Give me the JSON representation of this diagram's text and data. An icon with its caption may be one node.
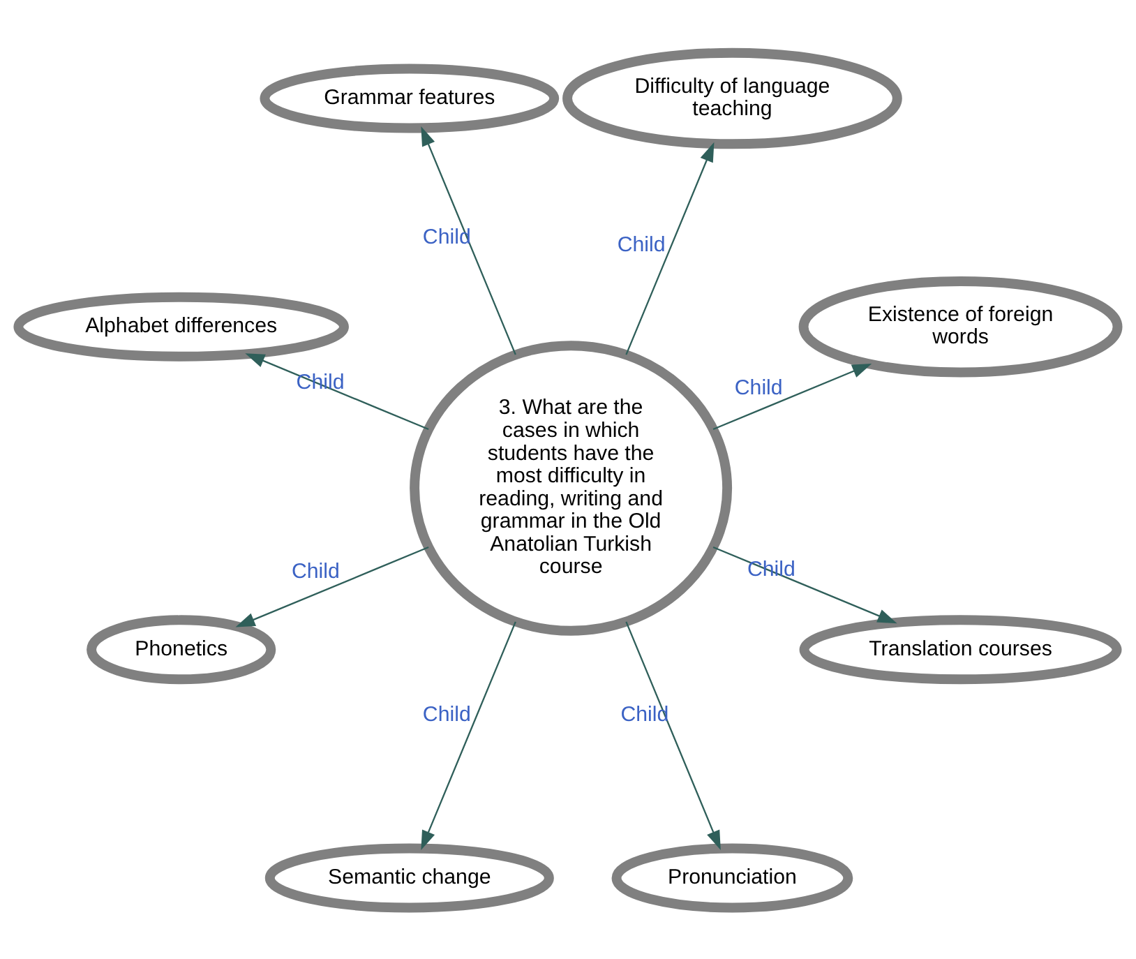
{
  "diagram": {
    "nodes": [
      {
        "text": [
          "Existence of foreign words"
        ]
      },
      {
        "text": [
          "Difficulty of language teaching"
        ]
      },
      {
        "text": [
          "Grammar features"
        ]
      },
      {
        "text": [
          "3. What are the cases in which students have the most difficulty in reading, writing and grammar in the Old Anatolian Turkish course"
        ]
      },
      {
        "text": [
          "Alphabet differences"
        ]
      },
      {
        "text": [
          "Phonetics"
        ]
      },
      {
        "text": [
          "Semantic change"
        ]
      },
      {
        "text": [
          "Pronunciation"
        ]
      },
      {
        "text": [
          "Translation courses"
        ]
      }
    ],
    "edges": [
      {
        "from": 3,
        "to": 0,
        "arrow": "to",
        "label": "Child"
      },
      {
        "from": 3,
        "to": 1,
        "arrow": "to",
        "label": "Child"
      },
      {
        "from": 3,
        "to": 2,
        "arrow": "to",
        "label": "Child"
      },
      {
        "from": 3,
        "to": 4,
        "arrow": "to",
        "label": "Child"
      },
      {
        "from": 3,
        "to": 5,
        "arrow": "to",
        "label": "Child"
      },
      {
        "from": 3,
        "to": 6,
        "arrow": "to",
        "label": "Child"
      },
      {
        "from": 3,
        "to": 7,
        "arrow": "to",
        "label": "Child"
      },
      {
        "from": 3,
        "to": 8,
        "arrow": "to",
        "label": "Child"
      }
    ]
  }
}
